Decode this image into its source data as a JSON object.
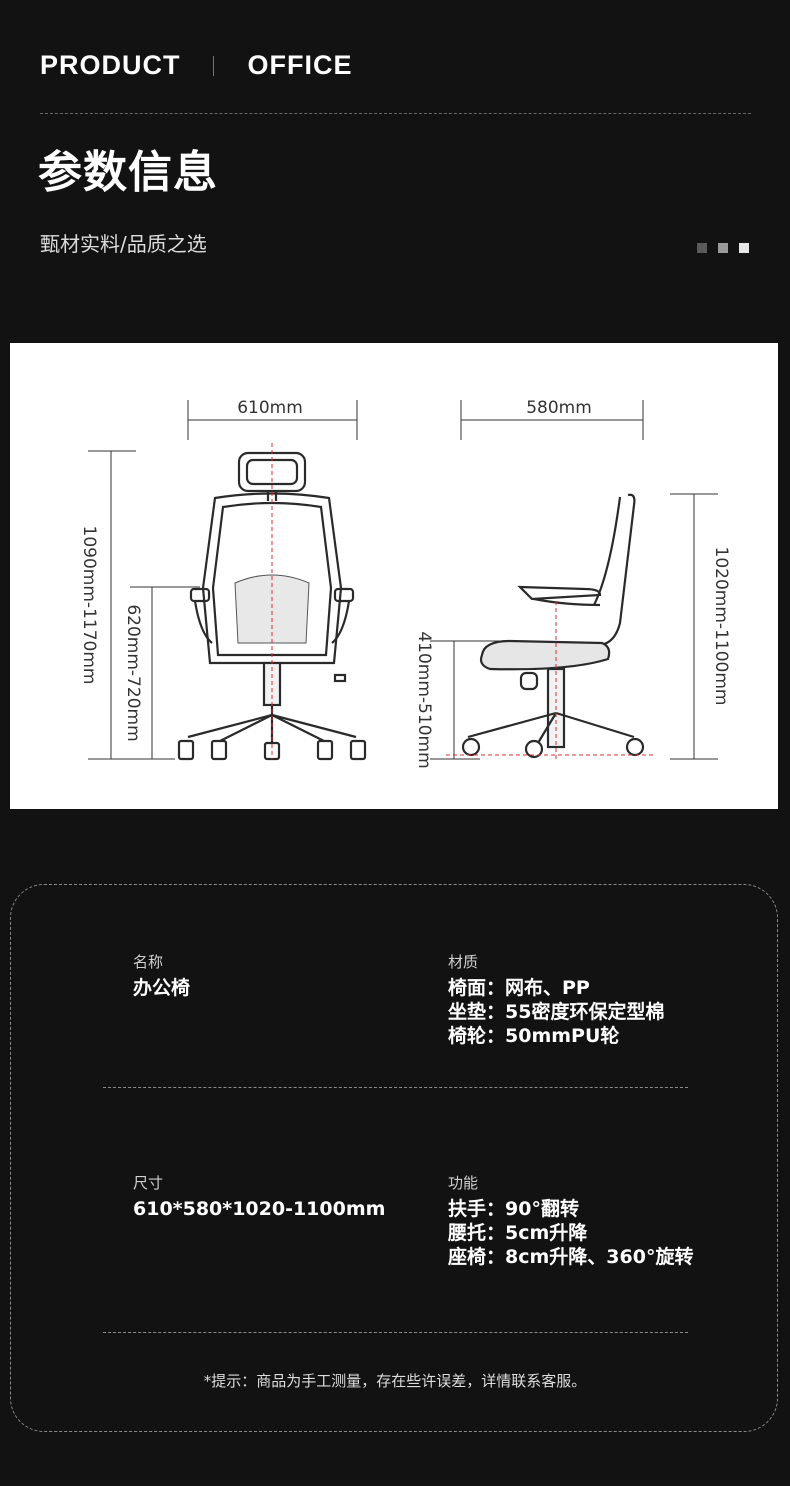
{
  "header": {
    "brand_left": "PRODUCT",
    "brand_right": "OFFICE",
    "title": "参数信息",
    "subtitle": "甄材实料/品质之选",
    "dot_colors": [
      "#5a5a5a",
      "#9a9a9a",
      "#e6e6e6"
    ]
  },
  "diagram": {
    "front_width": "610mm",
    "side_depth": "580mm",
    "total_height_front": "1090mm-1170mm",
    "armrest_height": "620mm-720mm",
    "seat_height": "410mm-510mm",
    "total_height_side": "1020mm-1100mm"
  },
  "specs": {
    "name_label": "名称",
    "name_value": "办公椅",
    "material_label": "材质",
    "material_lines": [
      "椅面：网布、PP",
      "坐垫：55密度环保定型棉",
      "椅轮：50mmPU轮"
    ],
    "size_label": "尺寸",
    "size_value": "610*580*1020-1100mm",
    "function_label": "功能",
    "function_lines": [
      "扶手：90°翻转",
      "腰托：5cm升降",
      "座椅：8cm升降、360°旋转"
    ]
  },
  "note": "*提示：商品为手工测量，存在些许误差，详情联系客服。"
}
